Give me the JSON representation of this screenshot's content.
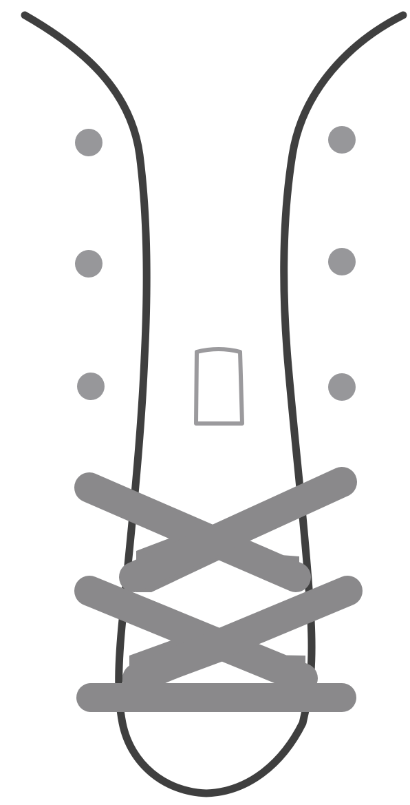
{
  "diagram": {
    "type": "shoe-lacing-diagram",
    "colors": {
      "background": "#ffffff",
      "outline": "#3f3f3f",
      "eyelet": "#97979a",
      "lace": "#8a898b",
      "tongue_tag": "#9b9a9d"
    },
    "eyelet_rows_unlaced": 3,
    "eyelet_rows_laced": 3,
    "lace_pattern": "criss-cross",
    "icons": [
      "shoe-outline",
      "eyelet",
      "lace",
      "tongue-tag"
    ]
  }
}
